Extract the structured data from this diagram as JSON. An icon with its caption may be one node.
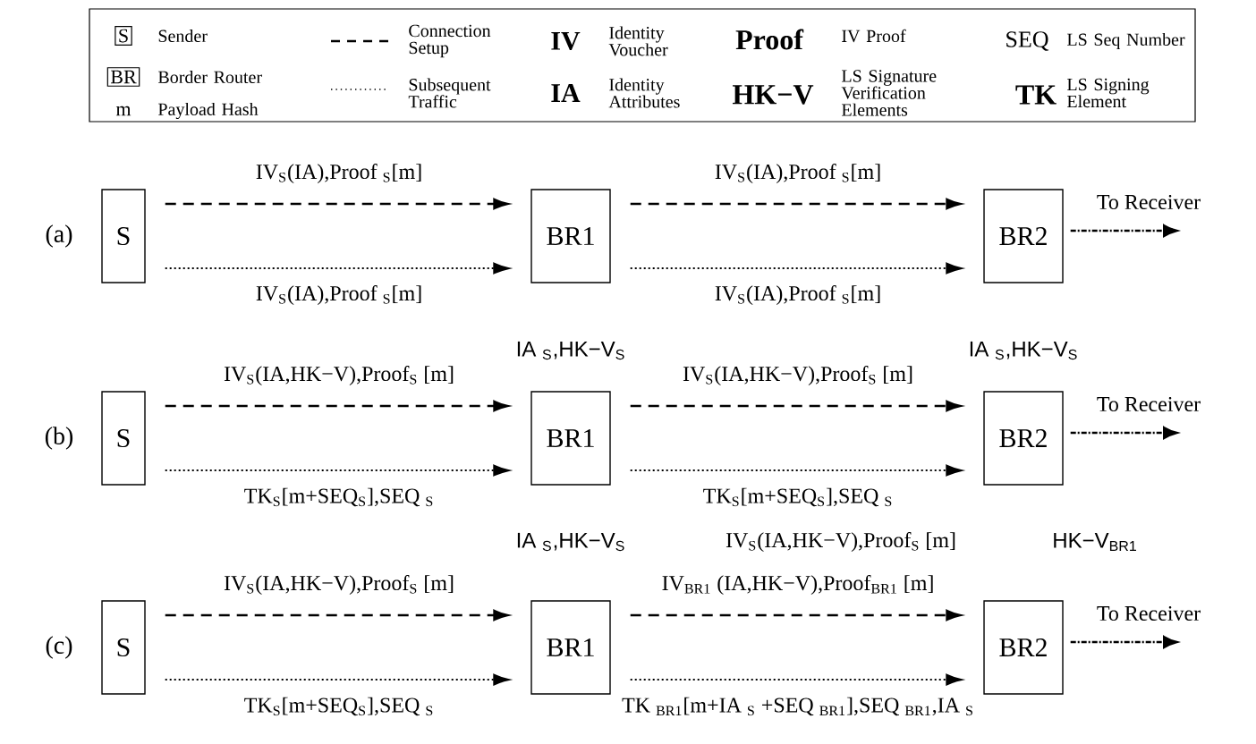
{
  "diagram": {
    "nodes": [
      {
        "text": [
          "S"
        ]
      },
      {
        "text": [
          "BR1"
        ]
      },
      {
        "text": [
          "BR2"
        ]
      },
      {
        "text": [
          "S"
        ]
      },
      {
        "text": [
          "BR1"
        ],
        "beside": [
          "IA $_{S}$,HK−V$_{S}$"
        ]
      },
      {
        "text": [
          "BR2"
        ],
        "beside": [
          "IA $_{S}$,HK−V$_{S}$"
        ]
      },
      {
        "text": [
          "S"
        ]
      },
      {
        "text": [
          "BR1"
        ],
        "beside": [
          "IA $_{S}$,HK−V$_{S}$"
        ]
      },
      {
        "text": [
          "BR2"
        ],
        "beside": [
          "IV$_{S}$(IA,HK−V),Proof$_{S}$ [m]",
          "HK−V$_{BR1}$"
        ]
      }
    ],
    "edges": [
      {
        "from": 0,
        "to": 1,
        "arrow": "to",
        "style": "dashed",
        "label": "IV$_{S}$(IA),Proof $_{S}$[m]"
      },
      {
        "from": 0,
        "to": 1,
        "arrow": "to",
        "label": "IV$_{S}$(IA),Proof $_{S}$[m]"
      },
      {
        "from": 1,
        "to": 2,
        "arrow": "to",
        "style": "dashed",
        "label": "IV$_{S}$(IA),Proof $_{S}$[m]"
      },
      {
        "from": 1,
        "to": 2,
        "arrow": "to",
        "label": "IV$_{S}$(IA),Proof $_{S}$[m]"
      },
      {
        "from": 2,
        "to": null,
        "arrow": "to",
        "label": "To Receiver"
      },
      {
        "from": 3,
        "to": 4,
        "arrow": "to",
        "style": "dashed",
        "label": "IV$_{S}$(IA,HK−V),Proof$_{S}$ [m]"
      },
      {
        "from": 3,
        "to": 4,
        "arrow": "to",
        "label": "TK$_{S}$[m+SEQ$_{S}$],SEQ $_{S}$"
      },
      {
        "from": 4,
        "to": 5,
        "arrow": "to",
        "style": "dashed",
        "label": "IV$_{S}$(IA,HK−V),Proof$_{S}$ [m]"
      },
      {
        "from": 4,
        "to": 5,
        "arrow": "to",
        "label": "TK$_{S}$[m+SEQ$_{S}$],SEQ $_{S}$"
      },
      {
        "from": 5,
        "to": null,
        "arrow": "to",
        "label": "To Receiver"
      },
      {
        "from": 6,
        "to": 7,
        "arrow": "to",
        "style": "dashed",
        "label": "IV$_{S}$(IA,HK−V),Proof$_{S}$ [m]"
      },
      {
        "from": 6,
        "to": 7,
        "arrow": "to",
        "label": "TK$_{S}$[m+SEQ$_{S}$],SEQ $_{S}$"
      },
      {
        "from": 7,
        "to": 8,
        "arrow": "to",
        "style": "dashed",
        "label": "IV$_{BR1}$ (IA,HK−V),Proof$_{BR1}$ [m]"
      },
      {
        "from": 7,
        "to": 8,
        "arrow": "to",
        "label": "TK $_{BR1}$[m+IA $_{S}$ +SEQ $_{BR1}$],SEQ $_{BR1}$,IA $_{S}$"
      },
      {
        "from": 8,
        "to": null,
        "arrow": "to",
        "label": "To Receiver"
      }
    ],
    "labels": [
      "S",
      "BR",
      "m",
      "IV",
      "IA",
      "Proof",
      "HK−V",
      "SEQ",
      "TK",
      "(a)",
      "(b)",
      "(c)"
    ],
    "legend": [
      {
        "text": "Sender"
      },
      {
        "text": "Border Router"
      },
      {
        "text": "Payload Hash"
      },
      {
        "text": "Connection Setup"
      },
      {
        "text": "Subsequent Traffic"
      },
      {
        "text": "Identity Voucher"
      },
      {
        "text": "Identity Attributes"
      },
      {
        "text": "IV Proof"
      },
      {
        "text": "LS Signature Verification Elements"
      },
      {
        "text": "LS Seq Number"
      },
      {
        "text": "LS Signing Element"
      }
    ]
  }
}
